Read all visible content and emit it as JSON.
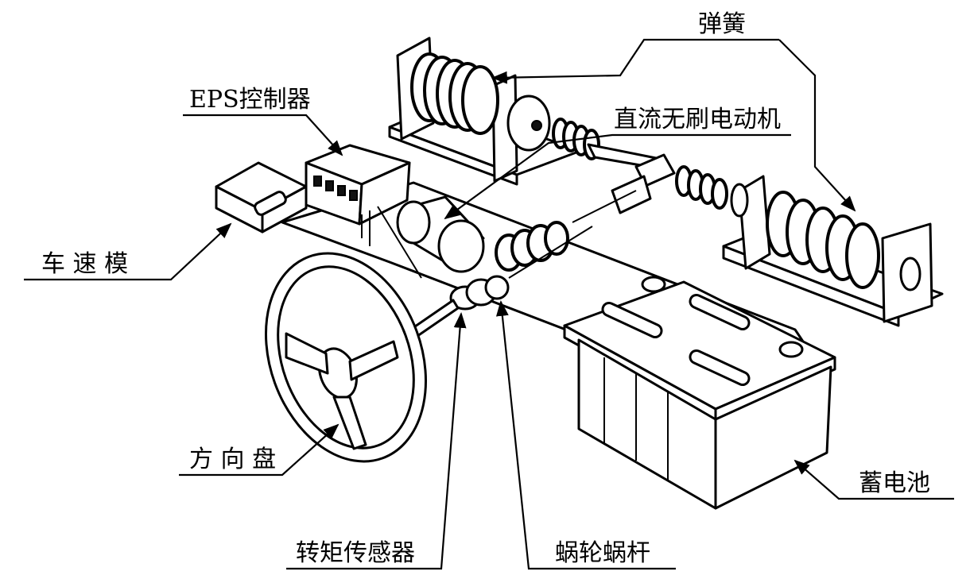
{
  "labels": {
    "spring": "弹簧",
    "eps_controller": "EPS控制器",
    "bldc_motor": "直流无刷电动机",
    "speed_module": "车 速 模",
    "steering_wheel": "方 向 盘",
    "torque_sensor": "转矩传感器",
    "worm_gear": "蜗轮蜗杆",
    "battery": "蓄电池"
  }
}
